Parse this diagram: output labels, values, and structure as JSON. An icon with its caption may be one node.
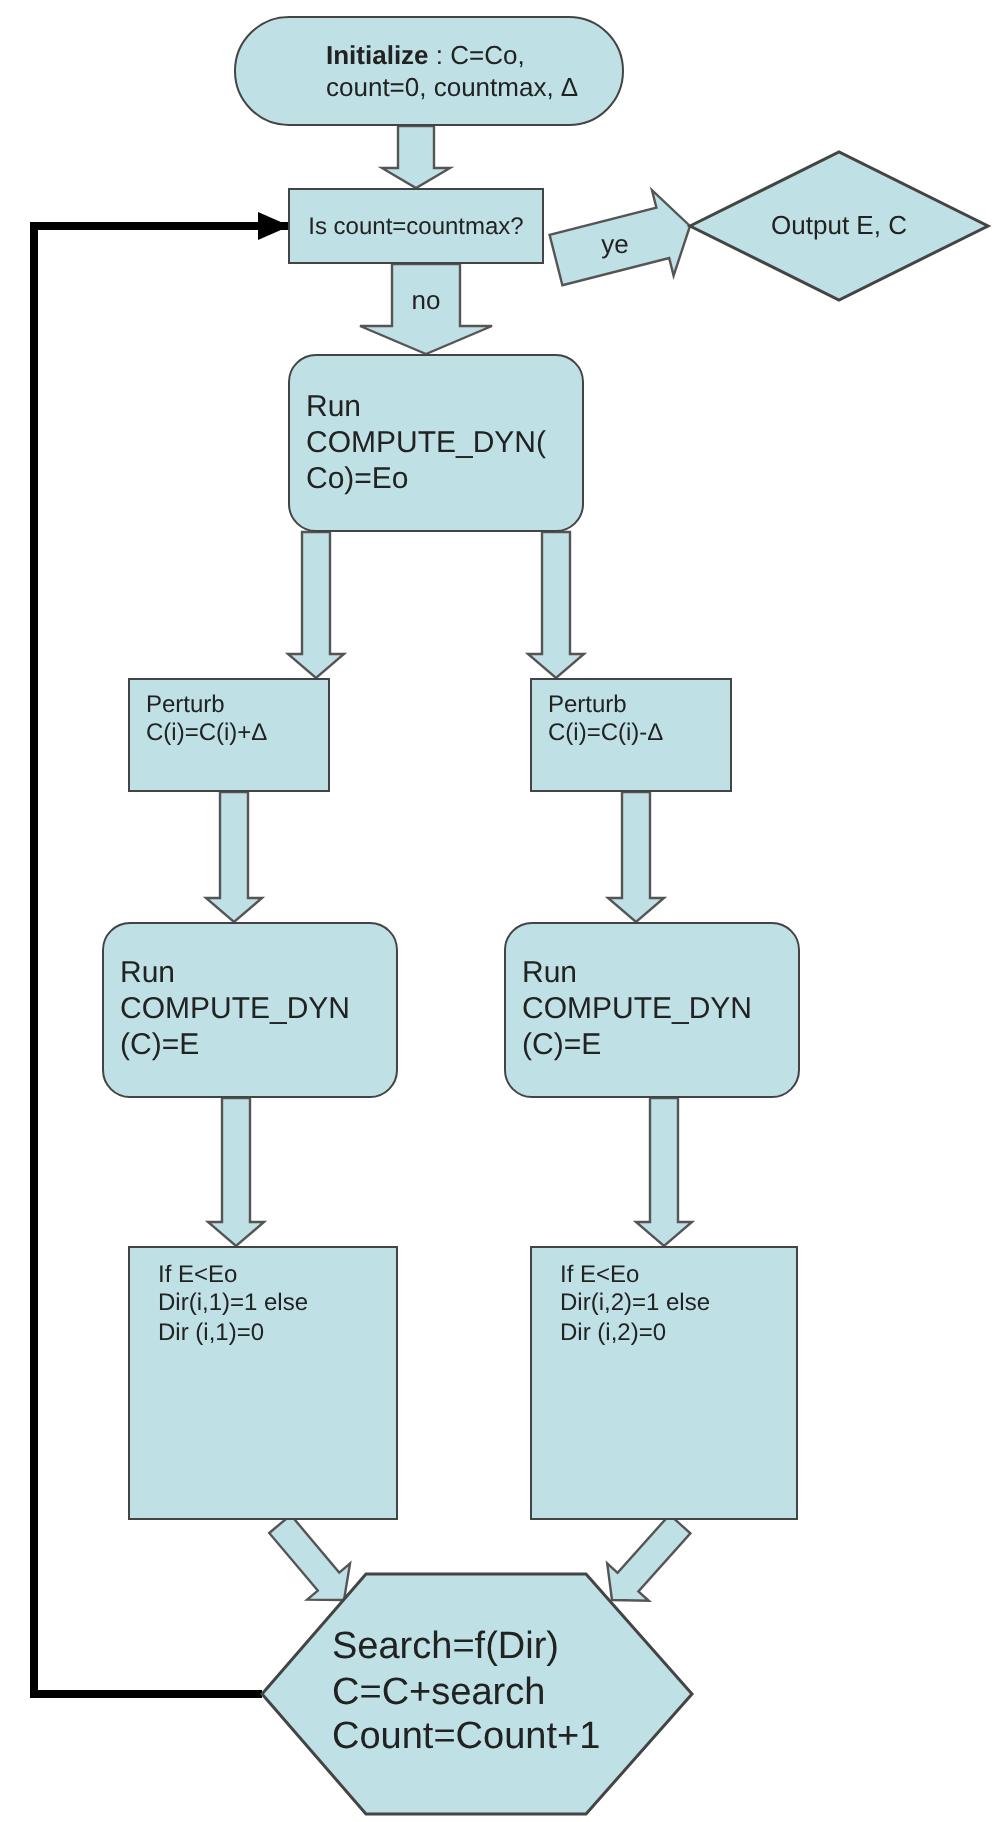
{
  "diagram": {
    "nodes": [
      {
        "text": [
          "**Initialize** : C=Co, count=0, countmax, Δ"
        ]
      },
      {
        "text": [
          "Is count=countmax?"
        ]
      },
      {
        "text": [
          "Output E, C"
        ]
      },
      {
        "text": [
          "Run COMPUTE_DYN( Co)=Eo"
        ]
      },
      {
        "text": [
          "Perturb C(i)=C(i)+Δ"
        ]
      },
      {
        "text": [
          "Perturb C(i)=C(i)-Δ"
        ]
      },
      {
        "text": [
          "Run COMPUTE_DYN (C)=E"
        ]
      },
      {
        "text": [
          "Run COMPUTE_DYN (C)=E"
        ]
      },
      {
        "text": [
          "If E<Eo Dir(i,1)=1 else Dir (i,1)=0"
        ]
      },
      {
        "text": [
          "If E<Eo Dir(i,2)=1 else Dir (i,2)=0"
        ]
      },
      {
        "text": [
          "Search=f(Dir) C=C+search Count=Count+1"
        ]
      }
    ],
    "edges": [
      {
        "from": 0,
        "to": 1,
        "arrow": "to"
      },
      {
        "from": 1,
        "to": 2,
        "arrow": "to",
        "label": "ye"
      },
      {
        "from": 1,
        "to": 3,
        "arrow": "to",
        "label": "no"
      },
      {
        "from": 3,
        "to": 4,
        "arrow": "to"
      },
      {
        "from": 3,
        "to": 5,
        "arrow": "to"
      },
      {
        "from": 4,
        "to": 6,
        "arrow": "to"
      },
      {
        "from": 5,
        "to": 7,
        "arrow": "to"
      },
      {
        "from": 6,
        "to": 8,
        "arrow": "to"
      },
      {
        "from": 7,
        "to": 9,
        "arrow": "to"
      },
      {
        "from": 8,
        "to": 10,
        "arrow": "to"
      },
      {
        "from": 9,
        "to": 10,
        "arrow": "to"
      },
      {
        "from": 10,
        "to": 1,
        "arrow": "to",
        "color": "#000000"
      }
    ]
  }
}
